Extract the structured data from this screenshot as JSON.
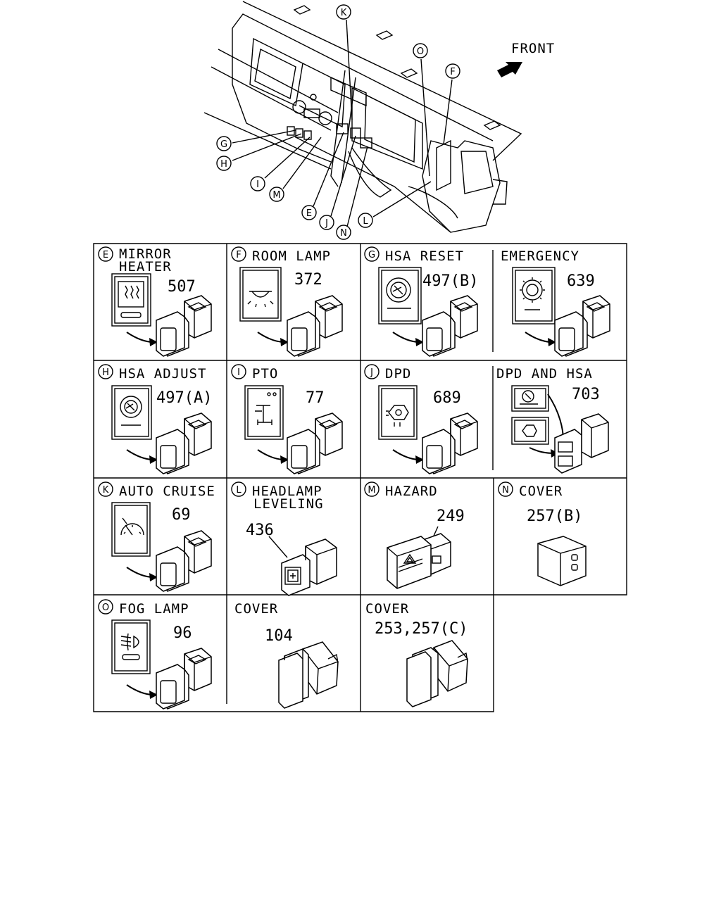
{
  "overview": {
    "front_label": "FRONT",
    "callouts": [
      "K",
      "O",
      "F",
      "G",
      "H",
      "I",
      "M",
      "E",
      "J",
      "N",
      "L"
    ]
  },
  "cells": [
    {
      "letter": "E",
      "title": [
        "MIRROR",
        "HEATER"
      ],
      "part": "507"
    },
    {
      "letter": "F",
      "title": [
        "ROOM LAMP"
      ],
      "part": "372"
    },
    {
      "letter": "G",
      "title": [
        "HSA RESET"
      ],
      "part": "497(B)"
    },
    {
      "letter": "",
      "title": [
        "EMERGENCY"
      ],
      "part": "639"
    },
    {
      "letter": "H",
      "title": [
        "HSA ADJUST"
      ],
      "part": "497(A)"
    },
    {
      "letter": "I",
      "title": [
        "PTO"
      ],
      "part": "77"
    },
    {
      "letter": "J",
      "title": [
        "DPD"
      ],
      "part": "689"
    },
    {
      "letter": "",
      "title": [
        "DPD AND HSA"
      ],
      "part": "703"
    },
    {
      "letter": "K",
      "title": [
        "AUTO CRUISE"
      ],
      "part": "69"
    },
    {
      "letter": "L",
      "title": [
        "HEADLAMP",
        "LEVELING"
      ],
      "part": "436"
    },
    {
      "letter": "M",
      "title": [
        "HAZARD"
      ],
      "part": "249"
    },
    {
      "letter": "N",
      "title": [
        "COVER"
      ],
      "part": "257(B)"
    },
    {
      "letter": "O",
      "title": [
        "FOG LAMP"
      ],
      "part": "96"
    },
    {
      "letter": "",
      "title": [
        "COVER"
      ],
      "part": "104"
    },
    {
      "letter": "",
      "title": [
        "COVER"
      ],
      "part": "253,257(C)"
    }
  ]
}
